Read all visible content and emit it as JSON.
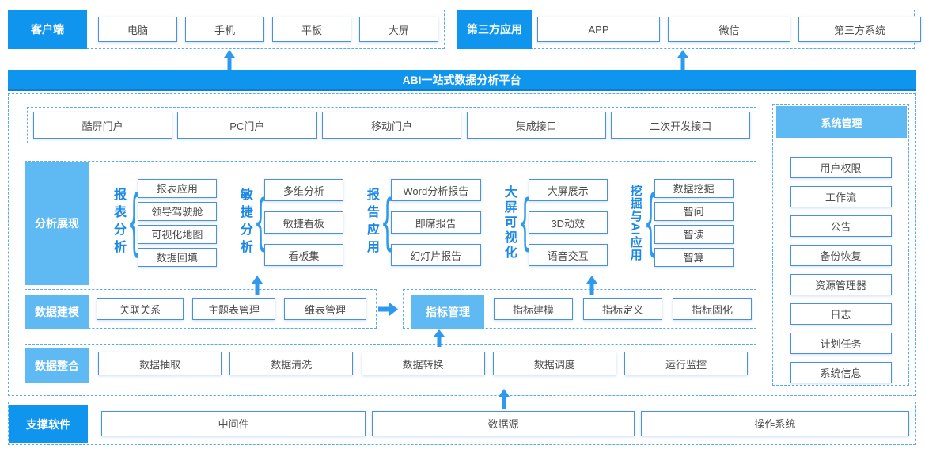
{
  "colors": {
    "accent": "#0f95ee",
    "soft": "#5fb9f3",
    "dash": "#57a9f1",
    "node_border": "#4a90e2",
    "group_text": "#1b87e6"
  },
  "banner": {
    "title": "ABI一站式数据分析平台"
  },
  "client": {
    "label": "客户端",
    "items": [
      "电脑",
      "手机",
      "平板",
      "大屏"
    ]
  },
  "third_party": {
    "label": "第三方应用",
    "items": [
      "APP",
      "微信",
      "第三方系统"
    ]
  },
  "portal": {
    "items": [
      "酷屏门户",
      "PC门户",
      "移动门户",
      "集成接口",
      "二次开发接口"
    ]
  },
  "analysis": {
    "label": "分析展现",
    "groups": [
      {
        "name": "报表分析",
        "items": [
          "报表应用",
          "领导驾驶舱",
          "可视化地图",
          "数据回填"
        ]
      },
      {
        "name": "敏捷分析",
        "items": [
          "多维分析",
          "敏捷看板",
          "看板集"
        ]
      },
      {
        "name": "报告应用",
        "items": [
          "Word分析报告",
          "即席报告",
          "幻灯片报告"
        ]
      },
      {
        "name": "大屏可视化",
        "items": [
          "大屏展示",
          "3D动效",
          "语音交互"
        ]
      },
      {
        "name": "挖掘与AI应用",
        "items": [
          "数据挖掘",
          "智问",
          "智读",
          "智算"
        ]
      }
    ]
  },
  "modeling": {
    "label": "数据建模",
    "items": [
      "关联关系",
      "主题表管理",
      "维表管理"
    ],
    "metric_label": "指标管理",
    "metric_items": [
      "指标建模",
      "指标定义",
      "指标固化"
    ]
  },
  "integration": {
    "label": "数据整合",
    "items": [
      "数据抽取",
      "数据清洗",
      "数据转换",
      "数据调度",
      "运行监控"
    ]
  },
  "sysmgmt": {
    "label": "系统管理",
    "items": [
      "用户权限",
      "工作流",
      "公告",
      "备份恢复",
      "资源管理器",
      "日志",
      "计划任务",
      "系统信息"
    ]
  },
  "support": {
    "label": "支撑软件",
    "items": [
      "中间件",
      "数据源",
      "操作系统"
    ]
  }
}
